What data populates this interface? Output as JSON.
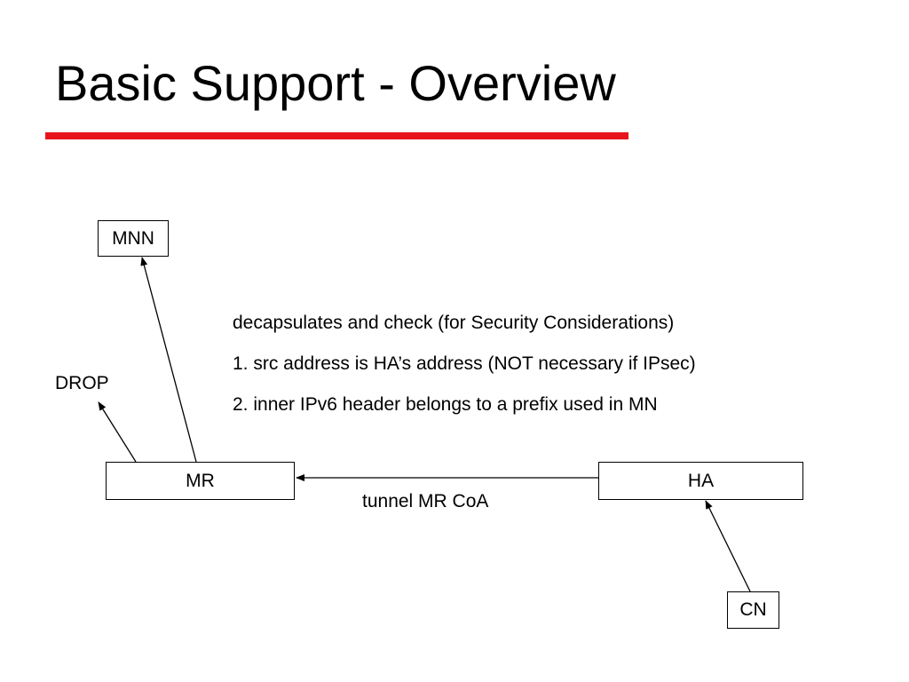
{
  "slide": {
    "title": "Basic Support - Overview",
    "accent_color": "#e8141c"
  },
  "nodes": {
    "mnn": "MNN",
    "mr": "MR",
    "ha": "HA",
    "cn": "CN"
  },
  "labels": {
    "drop": "DROP",
    "tunnel": "tunnel MR CoA"
  },
  "notes": [
    "decapsulates and check (for Security Considerations)",
    "1. src address is HA’s address (NOT necessary if IPsec)",
    "2. inner IPv6 header belongs to a prefix used in MN"
  ]
}
